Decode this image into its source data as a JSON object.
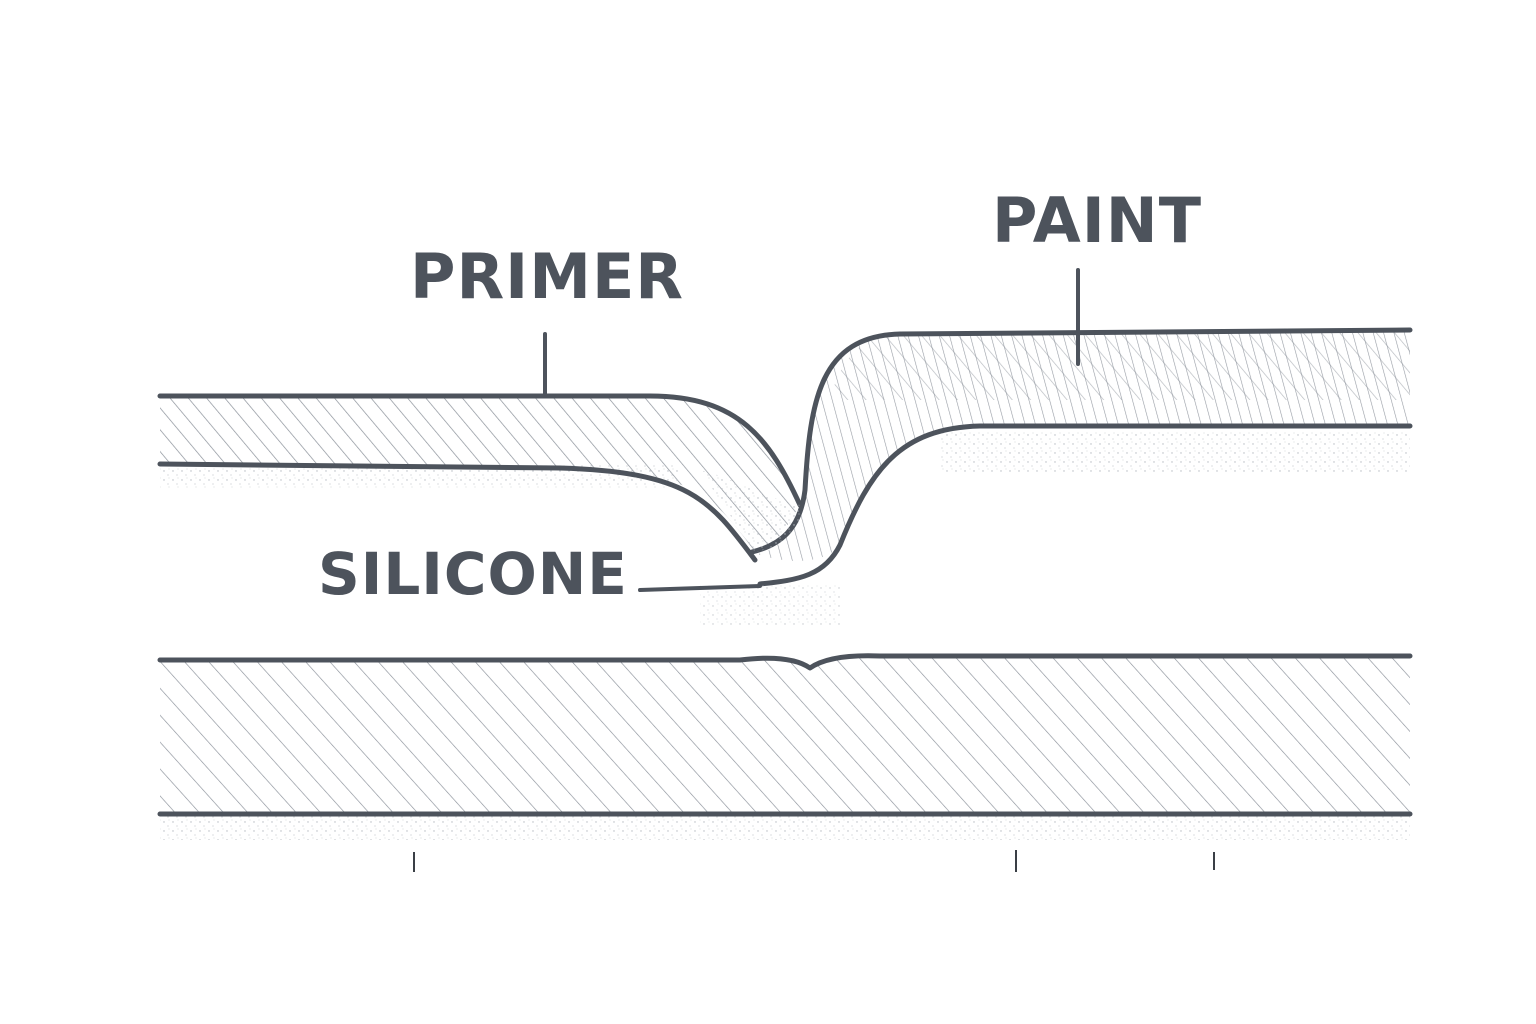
{
  "diagram": {
    "colors": {
      "ink": "#4d535c",
      "hatch": "#8a9099",
      "background": "#ffffff"
    },
    "labels": {
      "primer": "PRIMER",
      "paint": "PAINT",
      "silicone": "SILICONE"
    }
  }
}
